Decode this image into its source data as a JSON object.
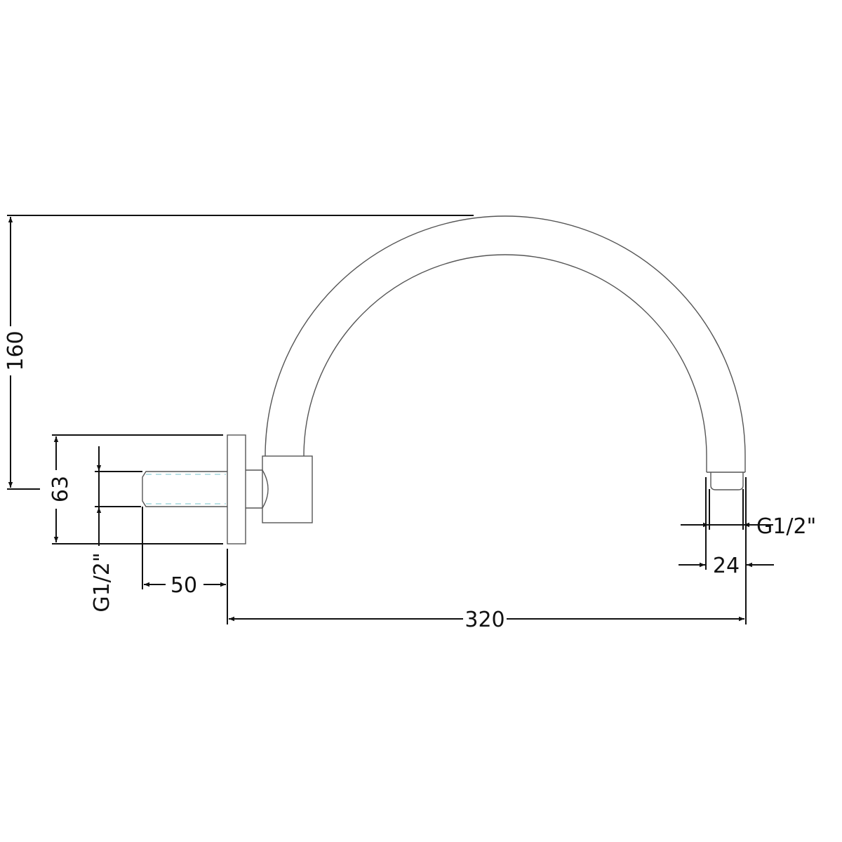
{
  "drawing": {
    "dimensions": {
      "height_total": "160",
      "flange_diameter": "63",
      "inlet_thread": "G1/2\"",
      "inlet_length": "50",
      "projection": "320",
      "outlet_thread": "G1/2\"",
      "outlet_diameter": "24"
    },
    "colors": {
      "line": "#111111",
      "part": "#555555",
      "thread": "#8fcfd6"
    }
  }
}
